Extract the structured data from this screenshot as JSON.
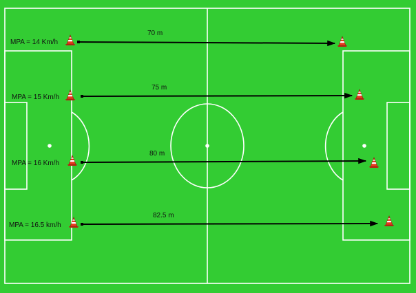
{
  "colors": {
    "pitch": "#33cc33",
    "line": "#ffffff",
    "arrow": "#000000",
    "cone": "#e83a1e",
    "text": "#111111"
  },
  "icons": {
    "cone": "traffic-cone-icon"
  },
  "drills": [
    {
      "mpa": "MPA = 14 Km/h",
      "distance": "70 m"
    },
    {
      "mpa": "MPA = 15 Km/h",
      "distance": "75 m"
    },
    {
      "mpa": "MPA = 16 Km/h",
      "distance": "80 m"
    },
    {
      "mpa": "MPA = 16.5 km/h",
      "distance": "82.5 m"
    }
  ]
}
